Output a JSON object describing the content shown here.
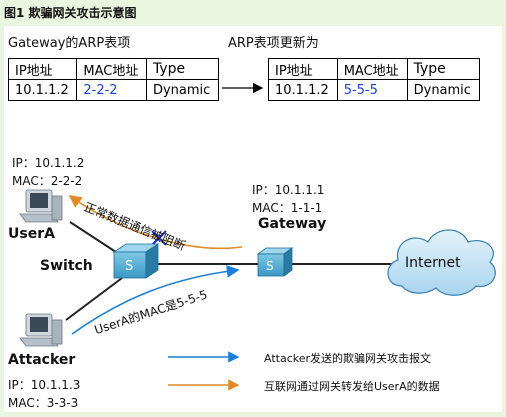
{
  "figure": {
    "title": "图1  欺骗网关攻击示意图"
  },
  "arp_before": {
    "caption": "Gateway的ARP表项",
    "headers": [
      "IP地址",
      "MAC地址",
      "Type"
    ],
    "row": [
      "10.1.1.2",
      "2-2-2",
      "Dynamic"
    ]
  },
  "arp_after": {
    "caption": "ARP表项更新为",
    "headers": [
      "IP地址",
      "MAC地址",
      "Type"
    ],
    "row": [
      "10.1.1.2",
      "5-5-5",
      "Dynamic"
    ]
  },
  "usera": {
    "name": "UserA",
    "ip": "IP：10.1.1.2",
    "mac": "MAC：2-2-2"
  },
  "attacker": {
    "name": "Attacker",
    "ip": "IP：10.1.1.3",
    "mac": "MAC：3-3-3"
  },
  "gateway": {
    "name": "Gateway",
    "ip": "IP：10.1.1.1",
    "mac": "MAC：1-1-1"
  },
  "switch": {
    "name": "Switch"
  },
  "internet": {
    "name": "Internet"
  },
  "annotations": {
    "blocked": "正常数据通信被阻断",
    "spoof": "UserA的MAC是5-5-5"
  },
  "legend": [
    {
      "text": "Attacker发送的欺骗网关攻击报文",
      "color": "#1e7fd6"
    },
    {
      "text": "互联网通过网关转发给UserA的数据",
      "color": "#e08a2a"
    }
  ],
  "colors": {
    "attack": "#1e7fd6",
    "data": "#e08a2a",
    "cross": "#1a2fd0",
    "device": "#2f86b0"
  }
}
